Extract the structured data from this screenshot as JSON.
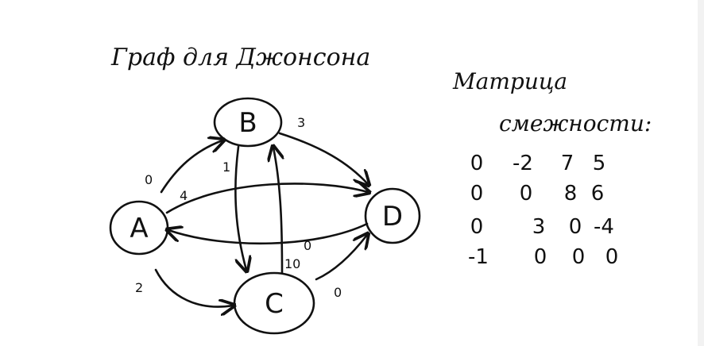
{
  "diagram": {
    "title": "Граф для Джонсона",
    "matrix_heading": [
      "Матрица",
      "смежности:"
    ],
    "nodes": [
      "A",
      "B",
      "C",
      "D"
    ],
    "edges": [
      {
        "from": "A",
        "to": "B",
        "weight": "0"
      },
      {
        "from": "A",
        "to": "D",
        "weight": "4"
      },
      {
        "from": "D",
        "to": "A",
        "weight": "0"
      },
      {
        "from": "A",
        "to": "C",
        "weight": "2"
      },
      {
        "from": "B",
        "to": "C",
        "weight": "1"
      },
      {
        "from": "C",
        "to": "B",
        "weight": "10"
      },
      {
        "from": "B",
        "to": "D",
        "weight": "3"
      },
      {
        "from": "C",
        "to": "D",
        "weight": "0"
      }
    ],
    "matrix": [
      [
        "0",
        "-2",
        "7",
        "5"
      ],
      [
        "0",
        "0",
        "8",
        "6"
      ],
      [
        "0",
        "3",
        "0",
        "-4"
      ],
      [
        "-1",
        "0",
        "0",
        "0"
      ]
    ]
  }
}
